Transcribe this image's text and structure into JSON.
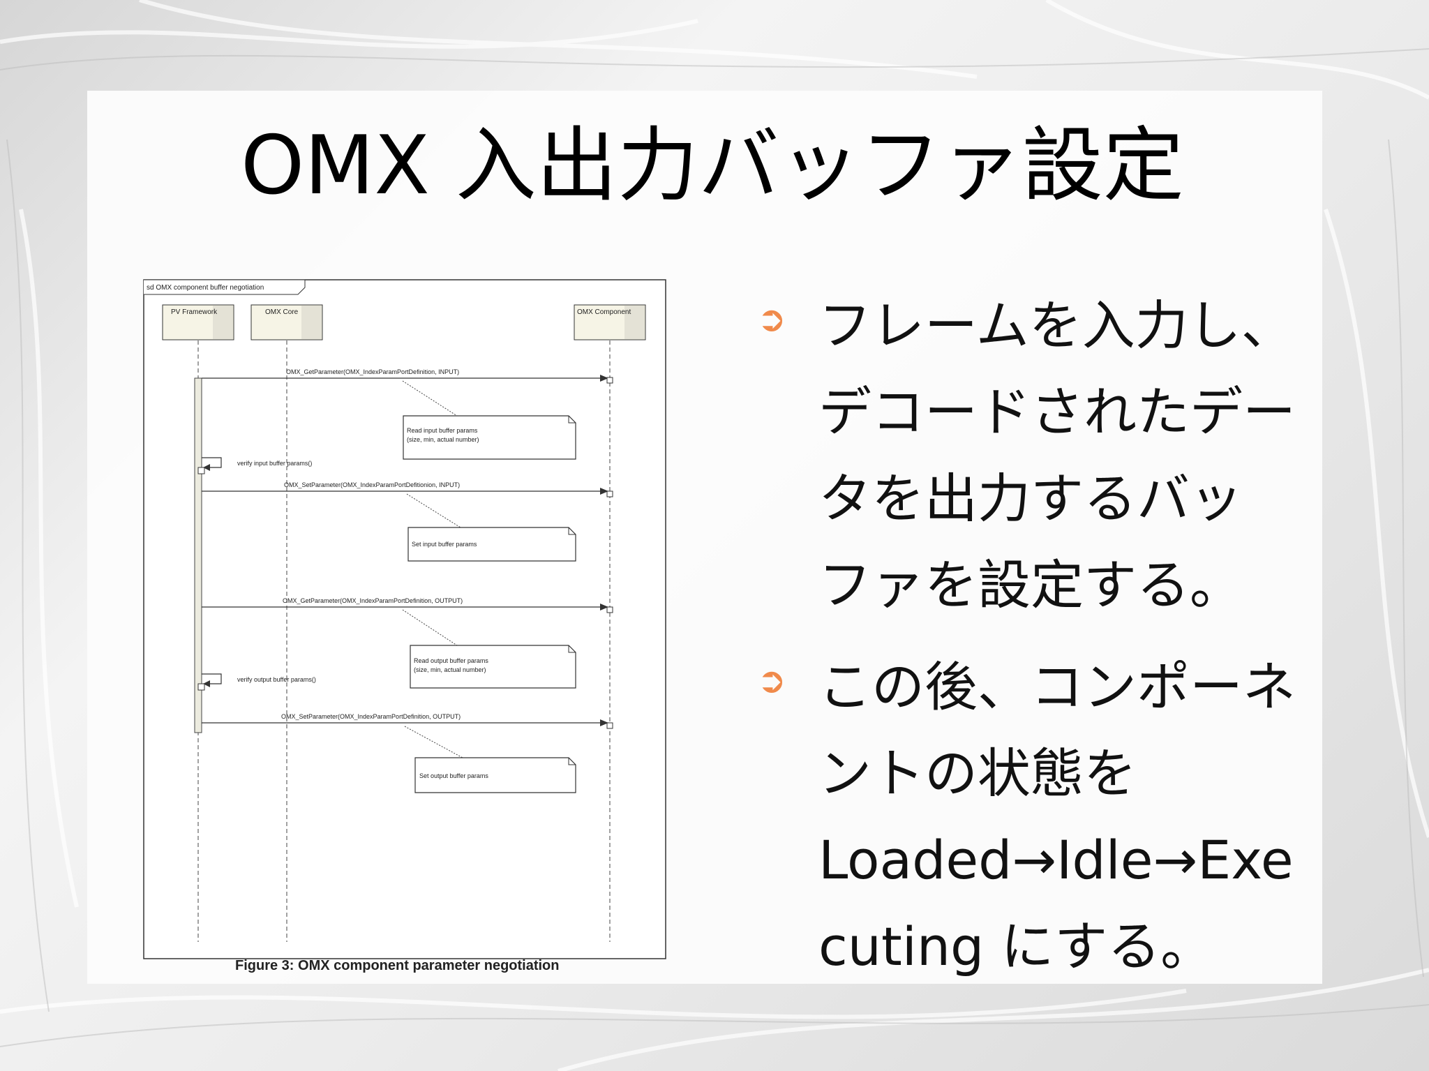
{
  "slide": {
    "title": "OMX 入出力バッファ設定"
  },
  "figure": {
    "frame_label": "sd OMX component buffer negotiation",
    "caption": "Figure 3: OMX component parameter negotiation",
    "lifelines": [
      "PV Framework",
      "OMX Core",
      "OMX Component"
    ],
    "messages": [
      "OMX_GetParameter(OMX_IndexParamPortDefinition, INPUT)",
      "verify input buffer params()",
      "OMX_SetParameter(OMX_IndexParamPortDefitionion, INPUT)",
      "OMX_GetParameter(OMX_IndexParamPortDefinition, OUTPUT)",
      "verify output buffer params()",
      "OMX_SetParameter(OMX_IndexParamPortDefinition, OUTPUT)"
    ],
    "notes": [
      [
        "Read input buffer params",
        "(size, min, actual number)"
      ],
      [
        "Set input buffer params"
      ],
      [
        "Read output buffer params",
        "(size, min, actual number)"
      ],
      [
        "Set output buffer params"
      ]
    ]
  },
  "bullets": [
    {
      "icon": "arrow-bullet-icon",
      "text": "フレームを入力し、\nデコードされたデー\nタを出力するバッ\nファを設定する。"
    },
    {
      "icon": "arrow-bullet-icon",
      "text": "この後、コンポーネ\nントの状態を\nLoaded→Idle→Exe\ncuting にする。"
    }
  ],
  "colors": {
    "bullet_accent": "#f08a4b"
  }
}
